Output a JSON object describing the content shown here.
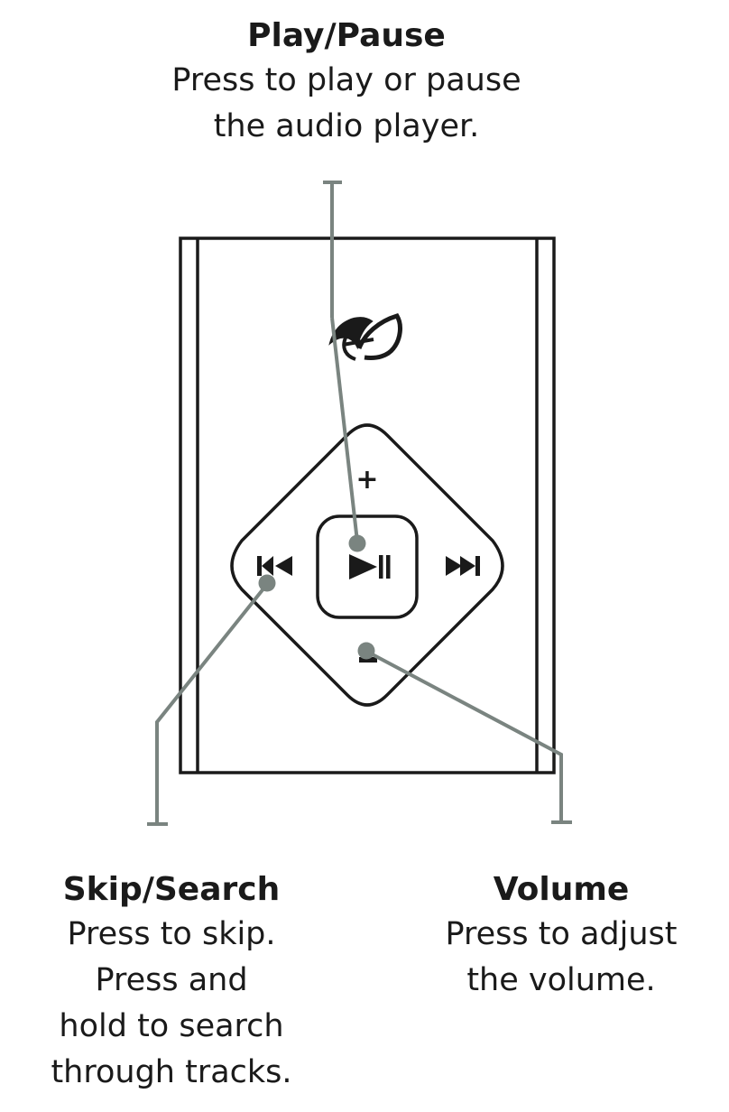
{
  "callouts": {
    "play_pause": {
      "title": "Play/Pause",
      "lines": [
        "Press to play or pause",
        "the audio player."
      ]
    },
    "skip_search": {
      "title": "Skip/Search",
      "lines": [
        "Press to skip.",
        "Press and",
        "hold to search",
        "through tracks."
      ]
    },
    "volume": {
      "title": "Volume",
      "lines": [
        "Press to adjust",
        "the volume."
      ]
    }
  },
  "device": {
    "logo": "gpx-logo-icon",
    "buttons": {
      "volume_up": "+",
      "play_pause_icon": "play-pause-icon",
      "previous_icon": "skip-back-icon",
      "next_icon": "skip-forward-icon",
      "volume_down_icon": "minus-icon"
    }
  },
  "colors": {
    "outline": "#1a1a1a",
    "leader_line": "#7a8480"
  }
}
